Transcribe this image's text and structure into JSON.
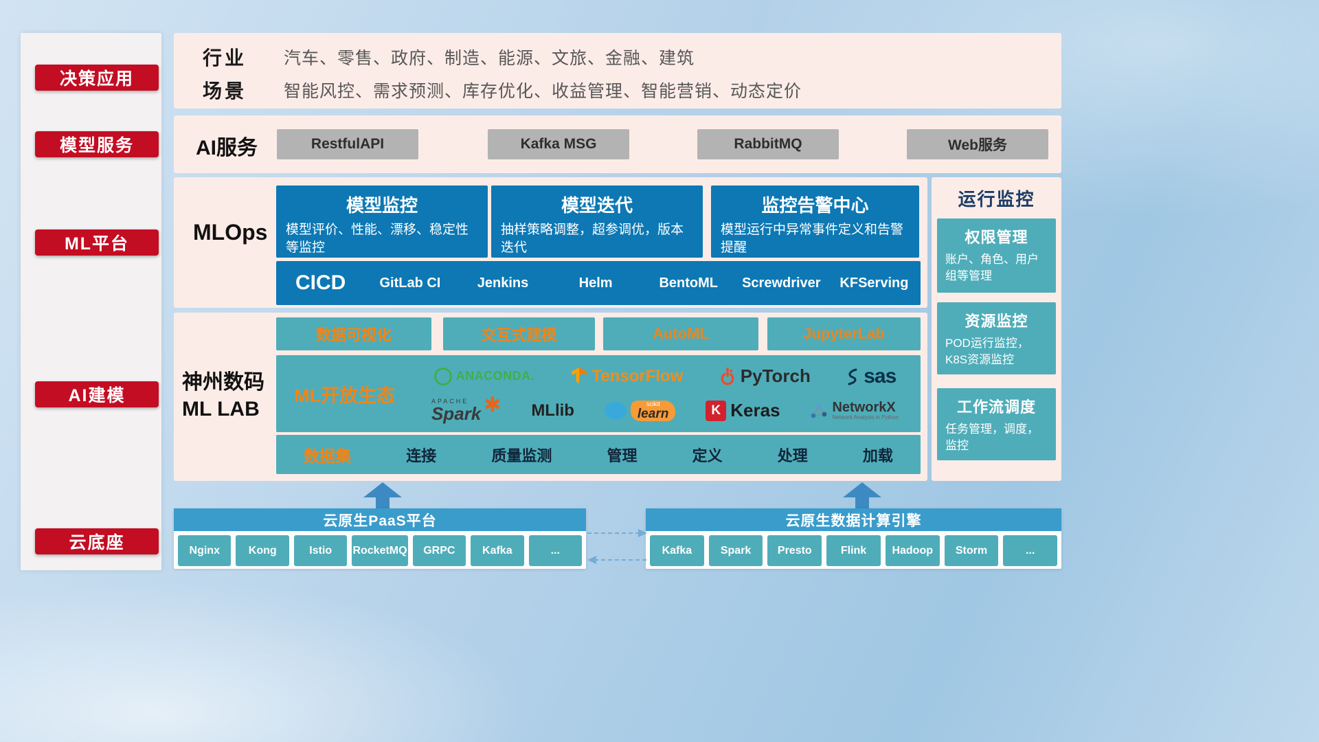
{
  "sidebar": {
    "items": [
      "决策应用",
      "模型服务",
      "ML平台",
      "AI建模",
      "云底座"
    ]
  },
  "top_panel": {
    "industry_label": "行业",
    "industry_value": "汽车、零售、政府、制造、能源、文旅、金融、建筑",
    "scene_label": "场景",
    "scene_value": "智能风控、需求预测、库存优化、收益管理、智能营销、动态定价"
  },
  "ai_service_panel": {
    "label": "AI服务",
    "buttons": [
      "RestfulAPI",
      "Kafka MSG",
      "RabbitMQ",
      "Web服务"
    ]
  },
  "mlops_panel": {
    "label": "MLOps",
    "cards": [
      {
        "title": "模型监控",
        "desc": "模型评价、性能、漂移、稳定性等监控"
      },
      {
        "title": "模型迭代",
        "desc": "抽样策略调整，超参调优，版本迭代"
      },
      {
        "title": "监控告警中心",
        "desc": "模型运行中异常事件定义和告警提醒"
      }
    ],
    "cicd_label": "CICD",
    "cicd_items": [
      "GitLab CI",
      "Jenkins",
      "Helm",
      "BentoML",
      "Screwdriver",
      "KFServing"
    ]
  },
  "mllab_panel": {
    "label_line1": "神州数码",
    "label_line2": "ML LAB",
    "tools": [
      "数据可视化",
      "交互式建模",
      "AutoML",
      "JupyterLab"
    ],
    "ecosystem_label": "ML开放生态",
    "dataset_label": "数据集",
    "dataset_items": [
      "连接",
      "质量监测",
      "管理",
      "定义",
      "处理",
      "加载"
    ]
  },
  "ecosystem_logos": {
    "anaconda": "ANACONDA.",
    "tensorflow": "TensorFlow",
    "pytorch": "PyTorch",
    "sas": "sas",
    "apache": "APACHE",
    "spark": "Spark",
    "spark_star": "✱",
    "mllib": "MLlib",
    "scikit": "scikit",
    "learn": "learn",
    "keras_k": "K",
    "keras": "Keras",
    "networkx": "NetworkX",
    "networkx_sub": "Network Analysis in Python"
  },
  "monitor_panel": {
    "title": "运行监控",
    "cards": [
      {
        "title": "权限管理",
        "desc": "账户、角色、用户组等管理"
      },
      {
        "title": "资源监控",
        "desc": "POD运行监控，K8S资源监控"
      },
      {
        "title": "工作流调度",
        "desc": "任务管理，调度，监控"
      }
    ]
  },
  "bottom": {
    "paas_title": "云原生PaaS平台",
    "paas_items": [
      "Nginx",
      "Kong",
      "Istio",
      "RocketMQ",
      "GRPC",
      "Kafka",
      "..."
    ],
    "engine_title": "云原生数据计算引擎",
    "engine_items": [
      "Kafka",
      "Spark",
      "Presto",
      "Flink",
      "Hadoop",
      "Storm",
      "..."
    ]
  },
  "colors": {
    "red": "#c30d23",
    "pink_panel": "#fcece7",
    "blue_card": "#0d78b4",
    "teal": "#4fadb9",
    "orange_accent": "#f08519",
    "bottom_bar_blue": "#3a9ccb",
    "arrow_blue": "#3d8ac2"
  }
}
